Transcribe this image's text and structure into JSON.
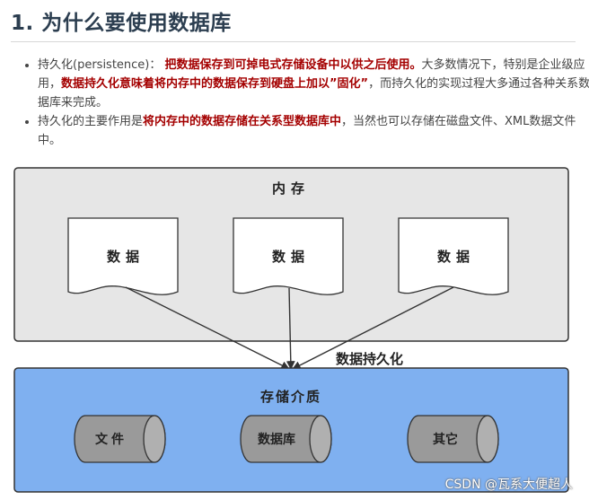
{
  "section": {
    "heading": "1. 为什么要使用数据库"
  },
  "bullets": [
    {
      "parts": [
        {
          "text": "持久化(persistence)： ",
          "bold": false
        },
        {
          "text": "把数据保存到可掉电式存储设备中以供之后使用。",
          "bold": true
        },
        {
          "text": "大多数情况下，特别是企业级应用，",
          "bold": false
        },
        {
          "text": "数据持久化意味着将内存中的数据保存到硬盘上加以”固化”",
          "bold": true
        },
        {
          "text": "，而持久化的实现过程大多通过各种关系数据库来完成。",
          "bold": false
        }
      ]
    },
    {
      "parts": [
        {
          "text": "持久化的主要作用是",
          "bold": false
        },
        {
          "text": "将内存中的数据存储在关系型数据库中",
          "bold": true
        },
        {
          "text": "，当然也可以存储在磁盘文件、XML数据文件中。",
          "bold": false
        }
      ]
    }
  ],
  "diagram": {
    "memory": {
      "title": "内存",
      "docs": [
        "数据",
        "数据",
        "数据"
      ]
    },
    "arrow_label": "数据持久化",
    "storage": {
      "title": "存储介质",
      "media": [
        "文件",
        "数据库",
        "其它"
      ]
    }
  },
  "colors": {
    "heading": "#2c3e50",
    "highlight": "#a40000",
    "memory_fill": "#e6e6e6",
    "storage_fill": "#7fb0f0",
    "cylinder_fill": "#9a9a9a"
  },
  "watermark": "CSDN @瓦系大便超人"
}
